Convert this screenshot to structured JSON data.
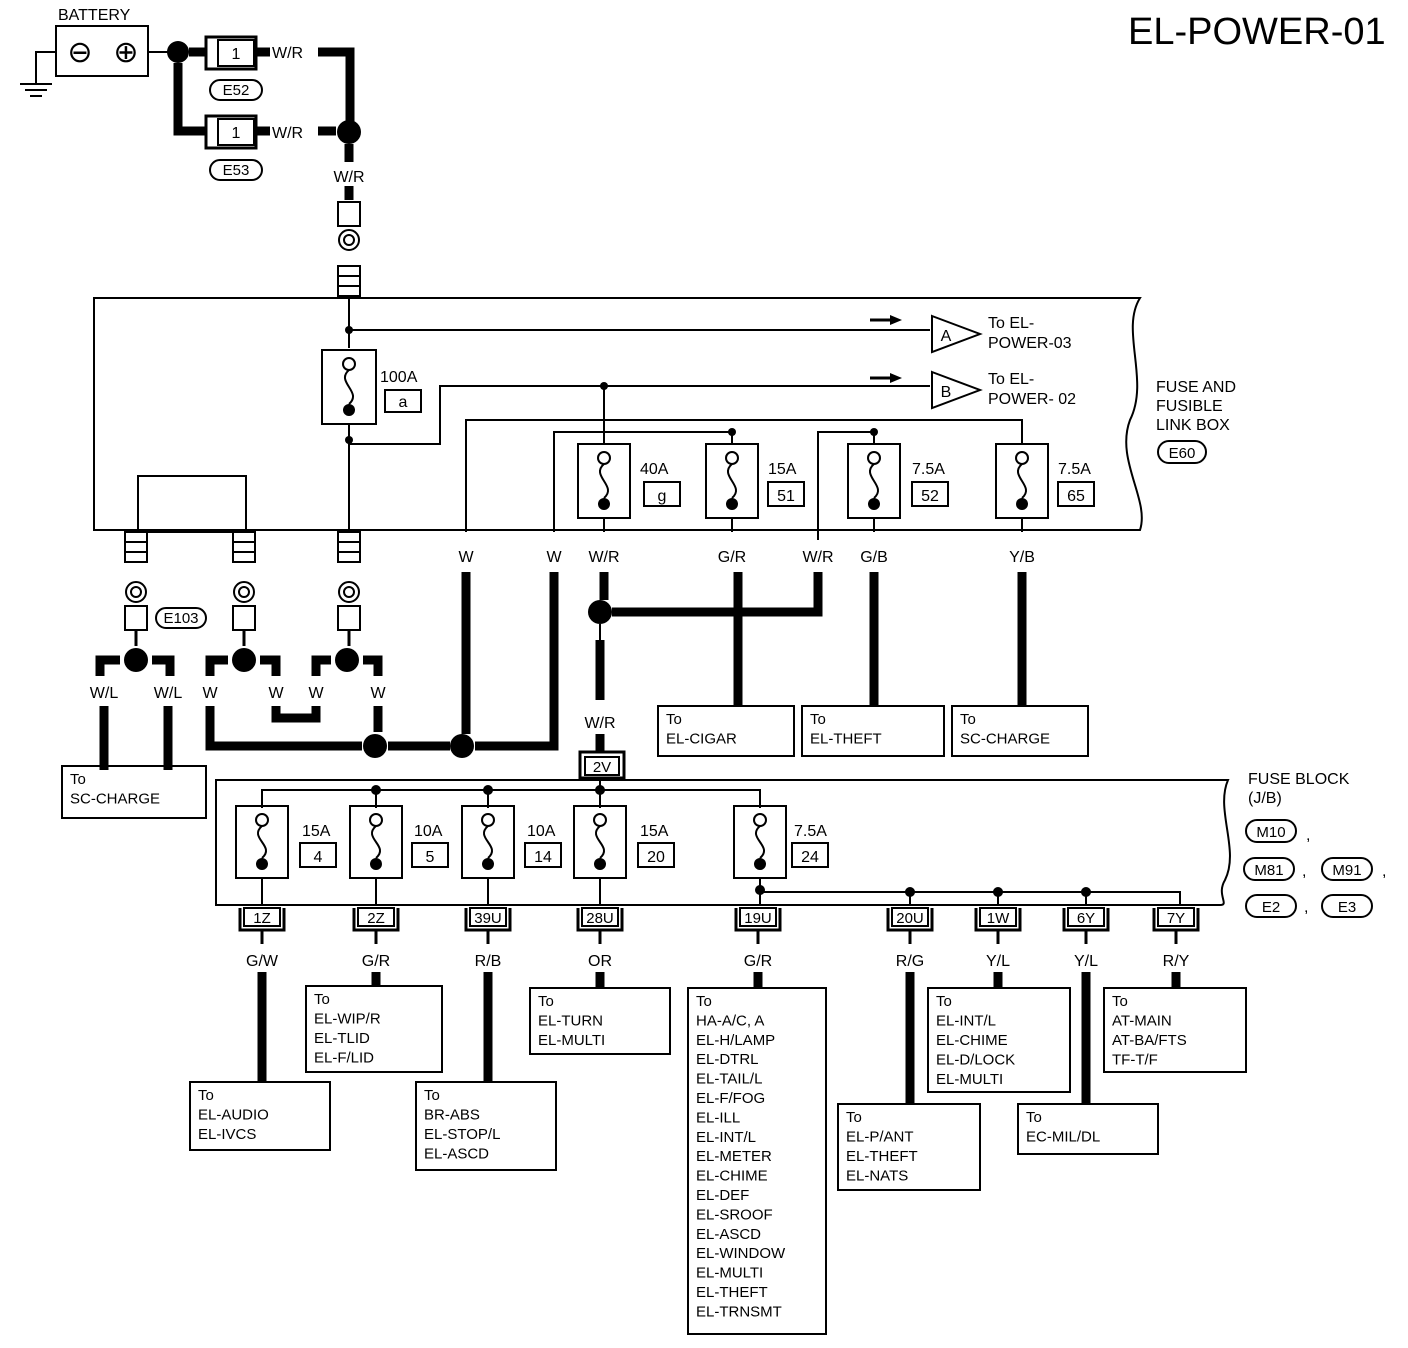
{
  "title": "EL-POWER-01",
  "battery": {
    "label": "BATTERY",
    "neg": "⊖",
    "pos": "⊕"
  },
  "top_connectors": [
    {
      "pin": "1",
      "wire": "W/R",
      "conn": "E52"
    },
    {
      "pin": "1",
      "wire": "W/R",
      "conn": "E53"
    }
  ],
  "wire_wr_main": "W/R",
  "link_box": {
    "name_lines": [
      "FUSE AND",
      "FUSIBLE",
      "LINK BOX"
    ],
    "conn": "E60",
    "main_fuse": {
      "rating": "100A",
      "id": "a"
    },
    "arrows": [
      {
        "letter": "A",
        "lines": [
          "To EL-",
          "POWER-03"
        ]
      },
      {
        "letter": "B",
        "lines": [
          "To EL-",
          "POWER- 02"
        ]
      }
    ],
    "fuses": [
      {
        "rating": "40A",
        "id": "g"
      },
      {
        "rating": "15A",
        "id": "51"
      },
      {
        "rating": "7.5A",
        "id": "52"
      },
      {
        "rating": "7.5A",
        "id": "65"
      }
    ],
    "wire_labels": [
      "W",
      "W",
      "W/R",
      "G/R",
      "W/R",
      "G/B",
      "Y/B"
    ]
  },
  "left_group": {
    "conn": "E103",
    "wire_labels": [
      "W/L",
      "W/L",
      "W",
      "W",
      "W",
      "W"
    ],
    "dest": [
      "To",
      "SC-CHARGE"
    ]
  },
  "upper_dests": [
    [
      "To",
      "EL-CIGAR"
    ],
    [
      "To",
      "EL-THEFT"
    ],
    [
      "To",
      "SC-CHARGE"
    ]
  ],
  "wr_to_block": "W/R",
  "block_input": "2V",
  "fuse_block": {
    "name_lines": [
      "FUSE BLOCK",
      "(J/B)"
    ],
    "conns": [
      "M10",
      "M81",
      "M91",
      "E2",
      "E3"
    ],
    "fuses": [
      {
        "rating": "15A",
        "id": "4"
      },
      {
        "rating": "10A",
        "id": "5"
      },
      {
        "rating": "10A",
        "id": "14"
      },
      {
        "rating": "15A",
        "id": "20"
      },
      {
        "rating": "7.5A",
        "id": "24"
      }
    ],
    "outputs": [
      {
        "pin": "1Z",
        "wire": "G/W"
      },
      {
        "pin": "2Z",
        "wire": "G/R"
      },
      {
        "pin": "39U",
        "wire": "R/B"
      },
      {
        "pin": "28U",
        "wire": "OR"
      },
      {
        "pin": "19U",
        "wire": "G/R"
      },
      {
        "pin": "20U",
        "wire": "R/G"
      },
      {
        "pin": "1W",
        "wire": "Y/L"
      },
      {
        "pin": "6Y",
        "wire": "Y/L"
      },
      {
        "pin": "7Y",
        "wire": "R/Y"
      }
    ]
  },
  "lower_dests": [
    [
      "To",
      "EL-AUDIO",
      "EL-IVCS"
    ],
    [
      "To",
      "EL-WIP/R",
      "EL-TLID",
      "EL-F/LID"
    ],
    [
      "To",
      "BR-ABS",
      "EL-STOP/L",
      "EL-ASCD"
    ],
    [
      "To",
      "EL-TURN",
      "EL-MULTI"
    ],
    [
      "To",
      "HA-A/C, A",
      "EL-H/LAMP",
      "EL-DTRL",
      "EL-TAIL/L",
      "EL-F/FOG",
      "EL-ILL",
      "EL-INT/L",
      "EL-METER",
      "EL-CHIME",
      "EL-DEF",
      "EL-SROOF",
      "EL-ASCD",
      "EL-WINDOW",
      "EL-MULTI",
      "EL-THEFT",
      "EL-TRNSMT"
    ],
    [
      "To",
      "EL-P/ANT",
      "EL-THEFT",
      "EL-NATS"
    ],
    [
      "To",
      "EL-INT/L",
      "EL-CHIME",
      "EL-D/LOCK",
      "EL-MULTI"
    ],
    [
      "To",
      "EC-MIL/DL"
    ],
    [
      "To",
      "AT-MAIN",
      "AT-BA/FTS",
      "TF-T/F"
    ]
  ]
}
